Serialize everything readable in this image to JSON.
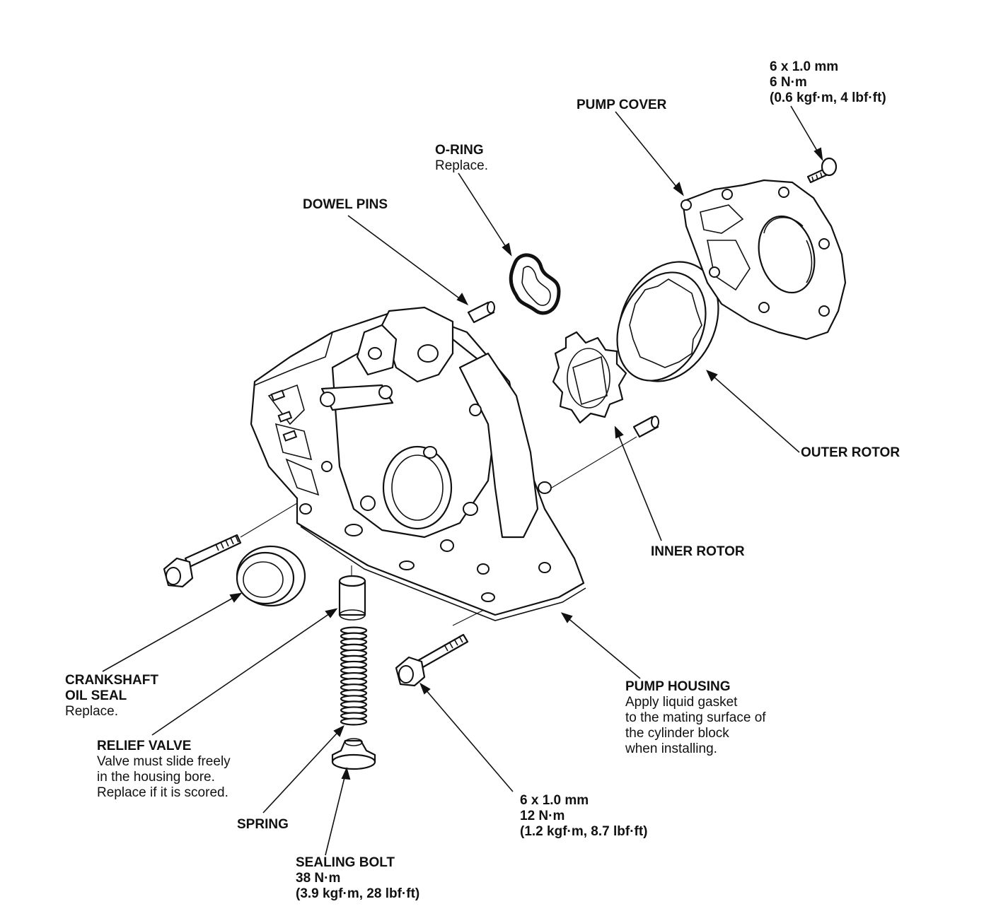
{
  "labels": {
    "top_bolt": {
      "line1": "6 x 1.0 mm",
      "line2": "6 N·m",
      "line3": "(0.6 kgf·m, 4 lbf·ft)"
    },
    "pump_cover": {
      "title": "PUMP COVER"
    },
    "o_ring": {
      "title": "O-RING",
      "note": "Replace."
    },
    "dowel_pins": {
      "title": "DOWEL PINS"
    },
    "outer_rotor": {
      "title": "OUTER ROTOR"
    },
    "inner_rotor": {
      "title": "INNER ROTOR"
    },
    "crankshaft_oil_seal": {
      "title_line1": "CRANKSHAFT",
      "title_line2": "OIL SEAL",
      "note": "Replace."
    },
    "relief_valve": {
      "title": "RELIEF VALVE",
      "note1": "Valve must slide freely",
      "note2": "in the housing bore.",
      "note3": "Replace if it is scored."
    },
    "spring": {
      "title": "SPRING"
    },
    "sealing_bolt": {
      "title": "SEALING BOLT",
      "line2": "38 N·m",
      "line3": "(3.9 kgf·m, 28 lbf·ft)"
    },
    "pump_housing": {
      "title": "PUMP HOUSING",
      "note1": "Apply liquid gasket",
      "note2": "to the mating surface of",
      "note3": "the cylinder block",
      "note4": "when installing."
    },
    "bottom_bolt": {
      "line1": "6 x 1.0 mm",
      "line2": "12 N·m",
      "line3": "(1.2 kgf·m, 8.7 lbf·ft)"
    }
  }
}
